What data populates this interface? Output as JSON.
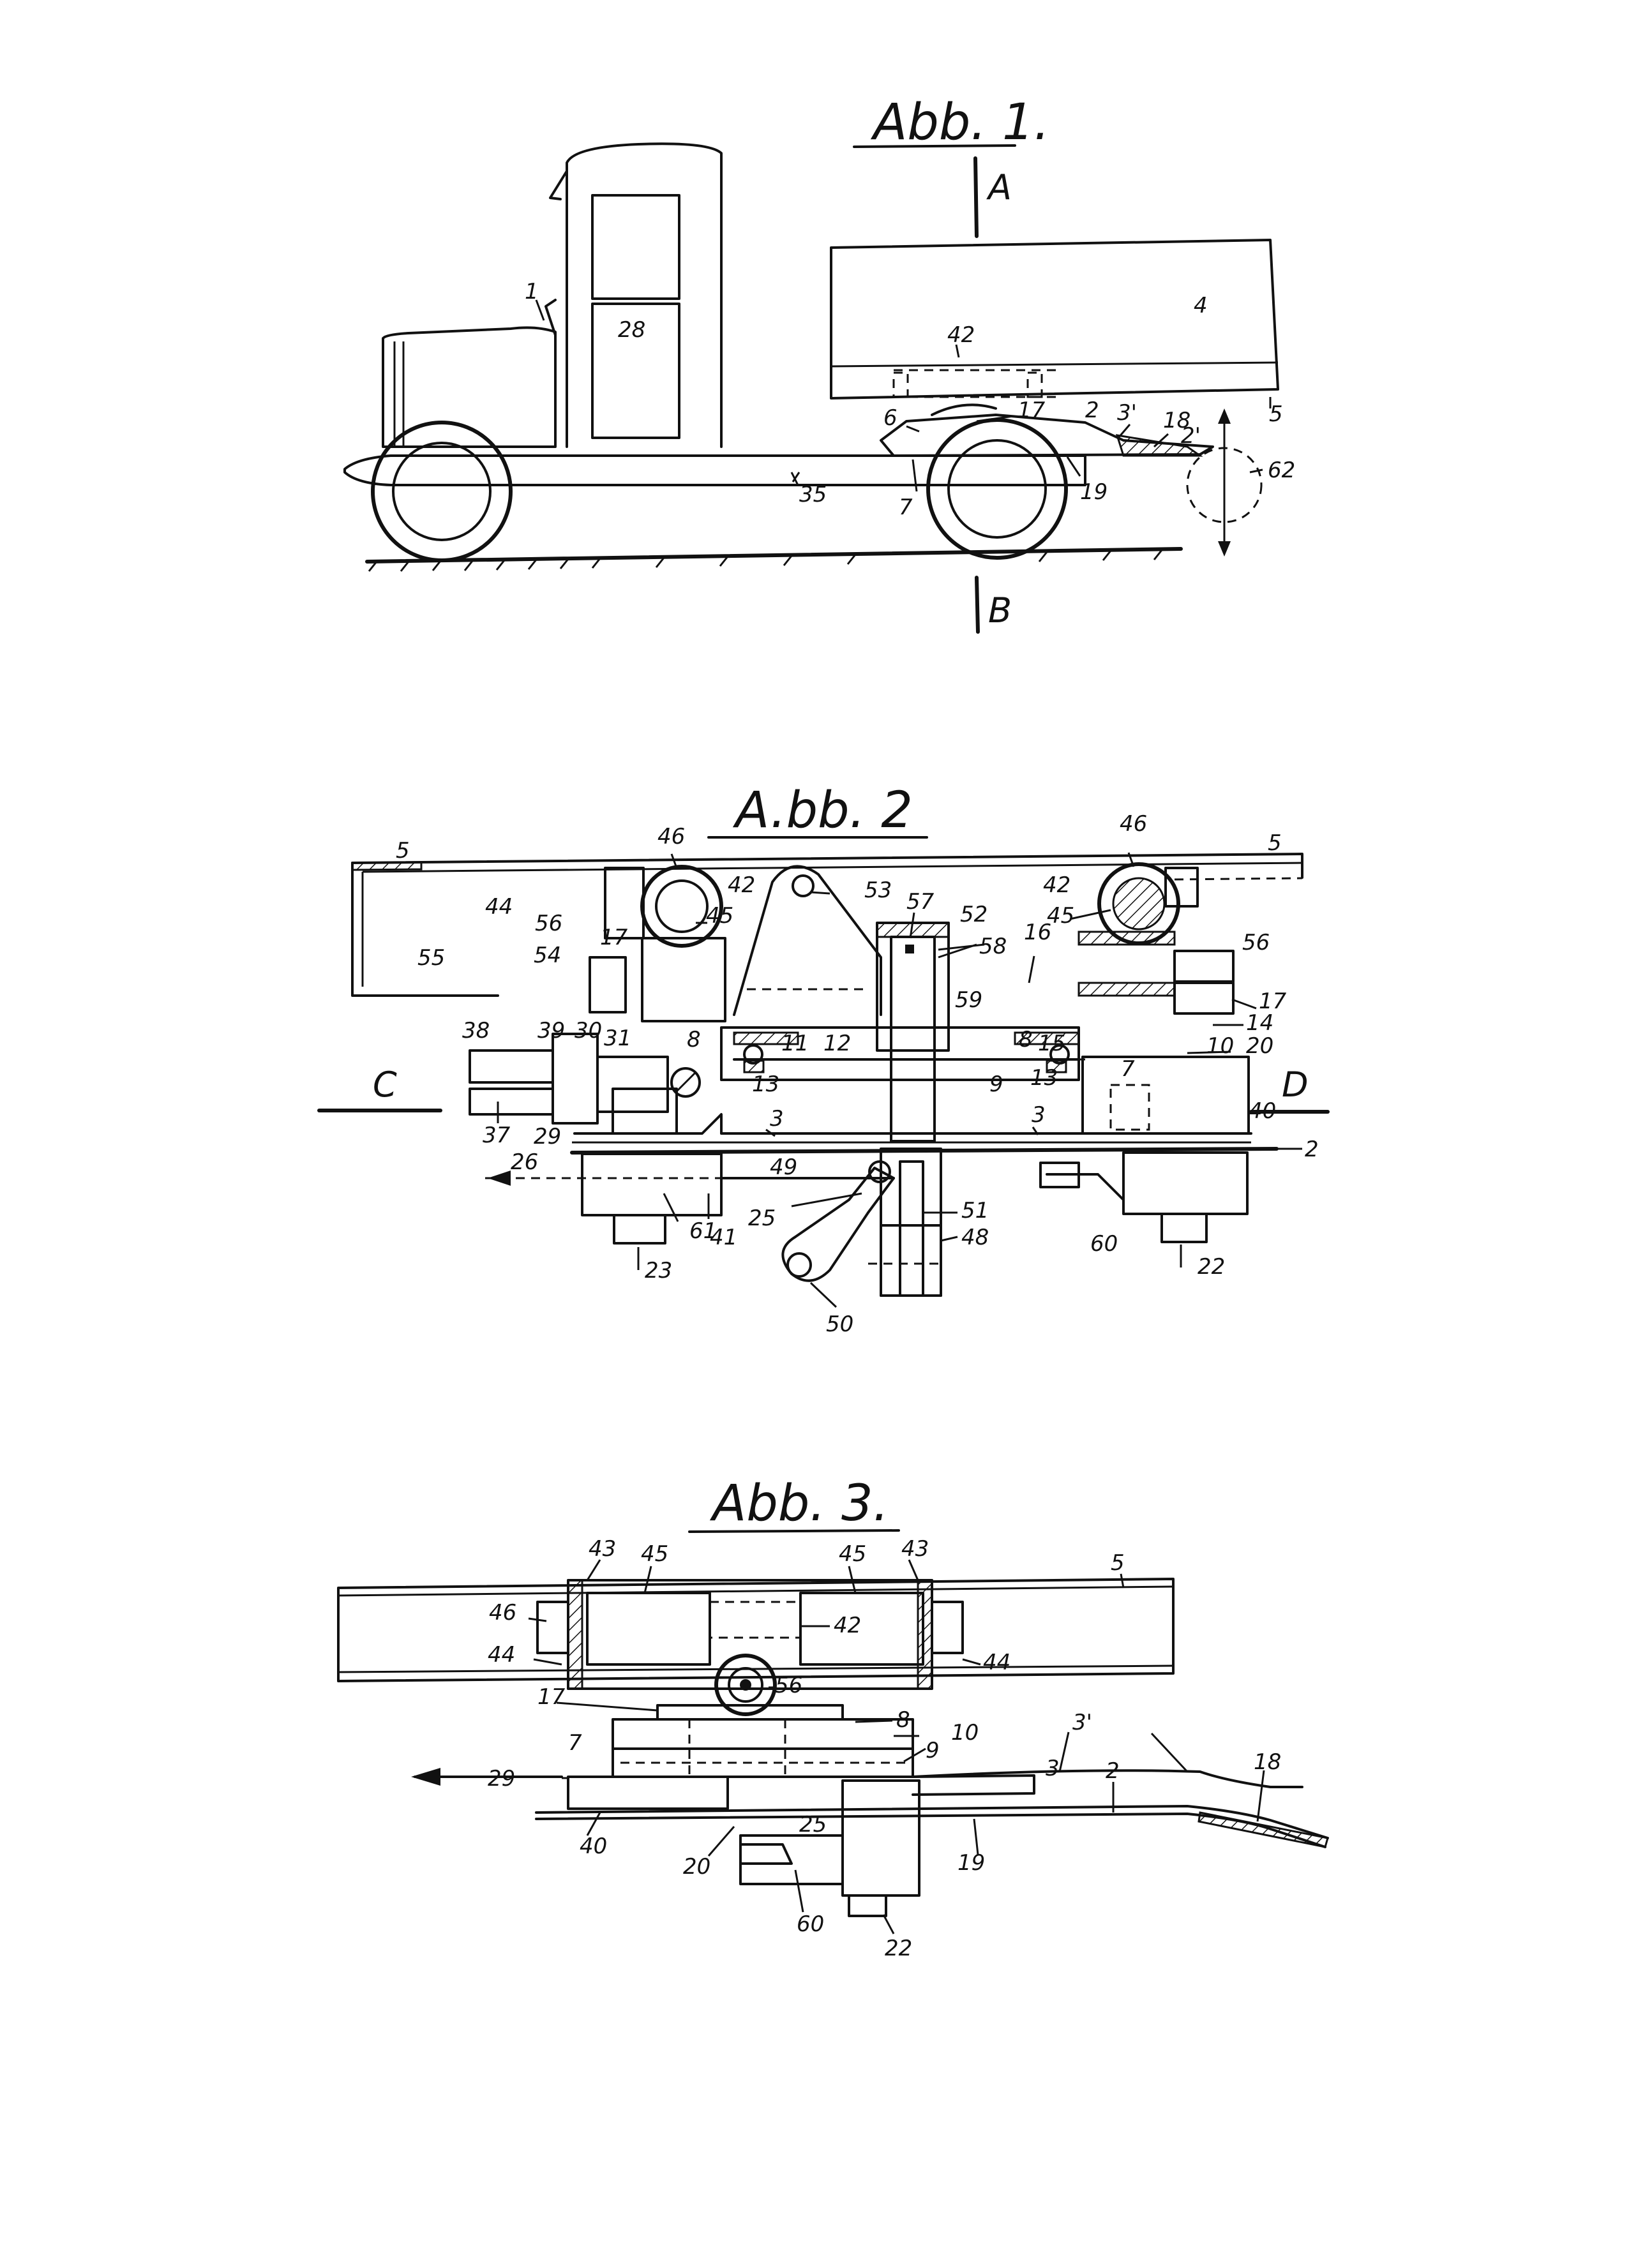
{
  "figures": {
    "fig1": {
      "title": "Abb. 1.",
      "section_top": "A",
      "section_bottom": "B",
      "labels": {
        "l1": "1",
        "l28": "28",
        "l4": "4",
        "l42": "42",
        "l17": "17",
        "l2": "2",
        "l3p": "3'",
        "l18": "18",
        "l2b": "2'",
        "l5": "5",
        "l62": "62",
        "l6": "6",
        "l7": "7",
        "l19": "19",
        "l35": "35"
      }
    },
    "fig2": {
      "title": "A.bb. 2",
      "section_left": "C",
      "section_right": "D",
      "labels": {
        "l5a": "5",
        "l5b": "5",
        "l46a": "46",
        "l46b": "46",
        "l42a": "42",
        "l42b": "42",
        "l45a": "45",
        "l45b": "45",
        "l44": "44",
        "l53": "53",
        "l57": "57",
        "l52": "52",
        "l58": "58",
        "l56a": "56",
        "l56b": "56",
        "l54": "54",
        "l17a": "17",
        "l17b": "17",
        "l16": "16",
        "l55": "55",
        "l38": "38",
        "l39": "39",
        "l30": "30",
        "l31": "31",
        "l8a": "8",
        "l8b": "8",
        "l11": "11",
        "l12": "12",
        "l59": "59",
        "l15": "15",
        "l14": "14",
        "l10": "10",
        "l7": "7",
        "l20": "20",
        "l13a": "13",
        "l13b": "13",
        "l9": "9",
        "l40": "40",
        "l37": "37",
        "l29": "29",
        "l3a": "3",
        "l3b": "3",
        "l2": "2",
        "l26": "26",
        "l49": "49",
        "l51": "51",
        "l25": "25",
        "l61": "61",
        "l41": "41",
        "l48": "48",
        "l60": "60",
        "l23": "23",
        "l22": "22",
        "l50": "50"
      }
    },
    "fig3": {
      "title": "Abb. 3.",
      "labels": {
        "l43a": "43",
        "l43b": "43",
        "l45a": "45",
        "l45b": "45",
        "l5": "5",
        "l46": "46",
        "l42": "42",
        "l44a": "44",
        "l44b": "44",
        "l56": "56",
        "l17": "17",
        "l8": "8",
        "l10": "10",
        "l3p": "3'",
        "l7": "7",
        "l9": "9",
        "l3": "3",
        "l2": "2",
        "l18": "18",
        "l29": "29",
        "l40": "40",
        "l20": "20",
        "l25": "25",
        "l19": "19",
        "l60": "60",
        "l22": "22"
      }
    }
  }
}
